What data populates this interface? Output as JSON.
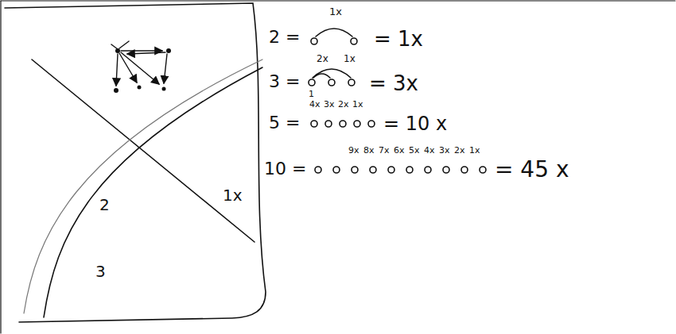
{
  "diagram": {
    "labels": [
      "2",
      "3",
      "1x",
      "2 =",
      "1x",
      "= 1x",
      "3 =",
      "2x",
      "1x",
      "1",
      "= 3x",
      "5 =",
      "4x",
      "3x",
      "2x",
      "1x",
      "= 10 x",
      "10 =",
      "9x",
      "8x",
      "7x",
      "6x",
      "5x",
      "4x",
      "3x",
      "2x",
      "1x",
      "= 45 x"
    ]
  }
}
